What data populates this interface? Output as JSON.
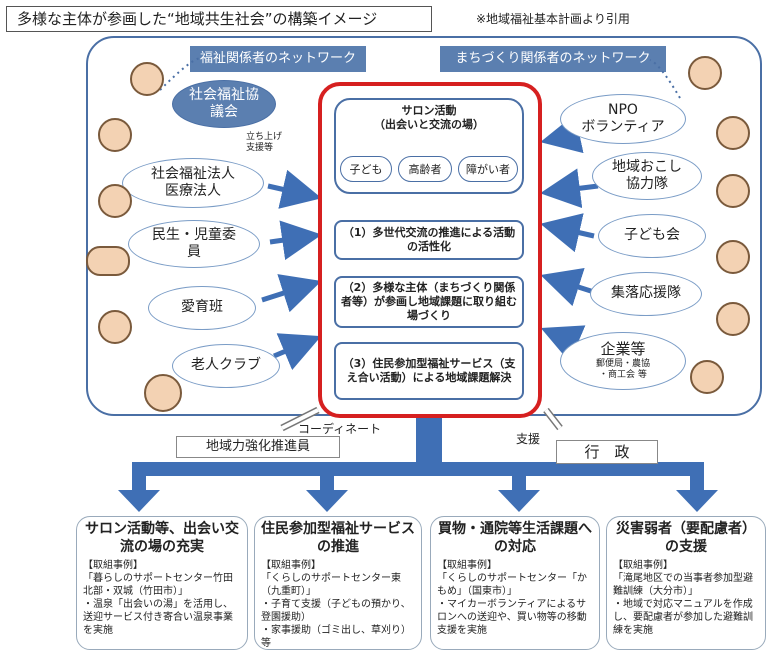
{
  "title": "多様な主体が参画した“地域共生社会”の構築イメージ",
  "source": "※地域福祉基本計画より引用",
  "networks": {
    "welfare": "福祉関係者のネットワーク",
    "town": "まちづくり関係者のネットワーク"
  },
  "left_orgs": {
    "council": "社会福祉協議会",
    "launch_support": "立ち上げ支援等",
    "corp": "社会福祉法人\n医療法人",
    "minsei": "民生・児童委員",
    "aiiku": "愛育班",
    "roujin": "老人クラブ"
  },
  "right_orgs": {
    "npo": "NPO\nボランティア",
    "okoshi": "地域おこし協力隊",
    "kodomokai": "子ども会",
    "shuraku": "集落応援隊",
    "kigyo": "企業等",
    "kigyo_sub": "郵便局・農協\n・商工会 等"
  },
  "center": {
    "salon_title": "サロン活動\n（出会いと交流の場）",
    "pills": [
      "子ども",
      "高齢者",
      "障がい者"
    ],
    "step1": "（1）多世代交流の推進による活動の活性化",
    "step2": "（2）多様な主体（まちづくり関係者等）が参画し地域課題に取り組む場づくり",
    "step3": "（3）住民参加型福祉サービス（支え合い活動）による地域課題解決"
  },
  "bottom_labels": {
    "coordinate": "コーディネート",
    "promoter": "地域力強化推進員",
    "support": "支援",
    "gov": "行　政"
  },
  "cases": [
    {
      "heading": "サロン活動等、出会い交流の場の充実",
      "tag": "【取組事例】",
      "example": "「暮らしのサポートセンター竹田北部・双城（竹田市）」",
      "desc": "・温泉「出会いの湯」を活用し、送迎サービス付き寄合い温泉事業を実施"
    },
    {
      "heading": "住民参加型福祉サービスの推進",
      "tag": "【取組事例】",
      "example": "「くらしのサポートセンター東（九重町）」",
      "desc": "・子育て支援（子どもの預かり、登園援助）\n・家事援助（ゴミ出し、草刈り）等"
    },
    {
      "heading": "買物・通院等生活課題への対応",
      "tag": "【取組事例】",
      "example": "「くらしのサポートセンター「かもめ」（国東市）」",
      "desc": "・マイカーボランティアによるサロンへの送迎や、買い物等の移動支援を実施"
    },
    {
      "heading": "災害弱者（要配慮者）の支援",
      "tag": "【取組事例】",
      "example": "「滝尾地区での当事者参加型避難訓練（大分市）」",
      "desc": "・地域で対応マニュアルを作成し、要配慮者が参加した避難訓練を実施"
    }
  ],
  "colors": {
    "accent_blue": "#3f6fb5",
    "frame_blue": "#4a6fa5",
    "center_red": "#d62020"
  }
}
